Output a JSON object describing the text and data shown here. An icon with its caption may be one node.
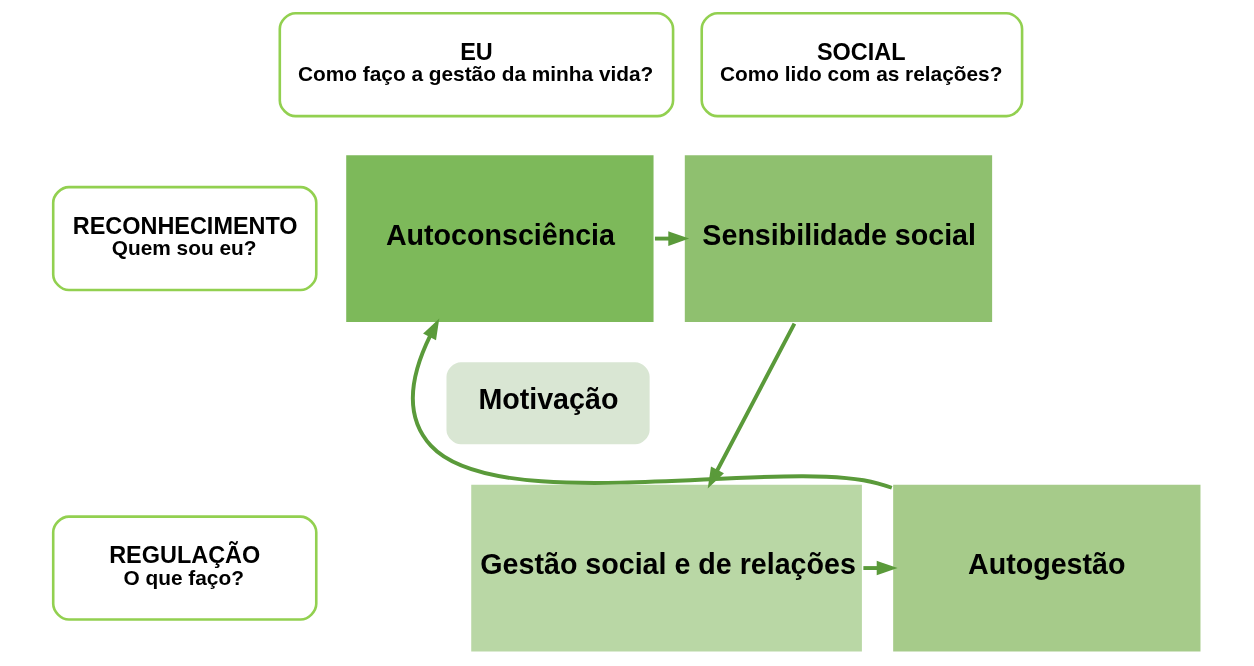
{
  "diagram": {
    "nodes": [
      {
        "text": [
          "EU",
          "Como faço a gestão da minha vida?"
        ]
      },
      {
        "text": [
          "SOCIAL",
          "Como lido com as relações?"
        ]
      },
      {
        "text": [
          "RECONHECIMENTO",
          "Quem sou eu?"
        ]
      },
      {
        "text": [
          "REGULAÇÃO",
          "O que faço?"
        ]
      },
      {
        "text": [
          "Autoconsciência"
        ]
      },
      {
        "text": [
          "Sensibilidade social"
        ]
      },
      {
        "text": [
          "Autogestão"
        ]
      },
      {
        "text": [
          "Gestão social e de relações"
        ]
      },
      {
        "text": [
          "Motivação"
        ]
      }
    ],
    "edges": [
      {
        "from": 4,
        "to": 5,
        "arrow": "to"
      },
      {
        "from": 5,
        "to": 7,
        "arrow": "to"
      },
      {
        "from": 7,
        "to": 6,
        "arrow": "to"
      },
      {
        "from": 6,
        "to": 4,
        "arrow": "to"
      }
    ]
  }
}
